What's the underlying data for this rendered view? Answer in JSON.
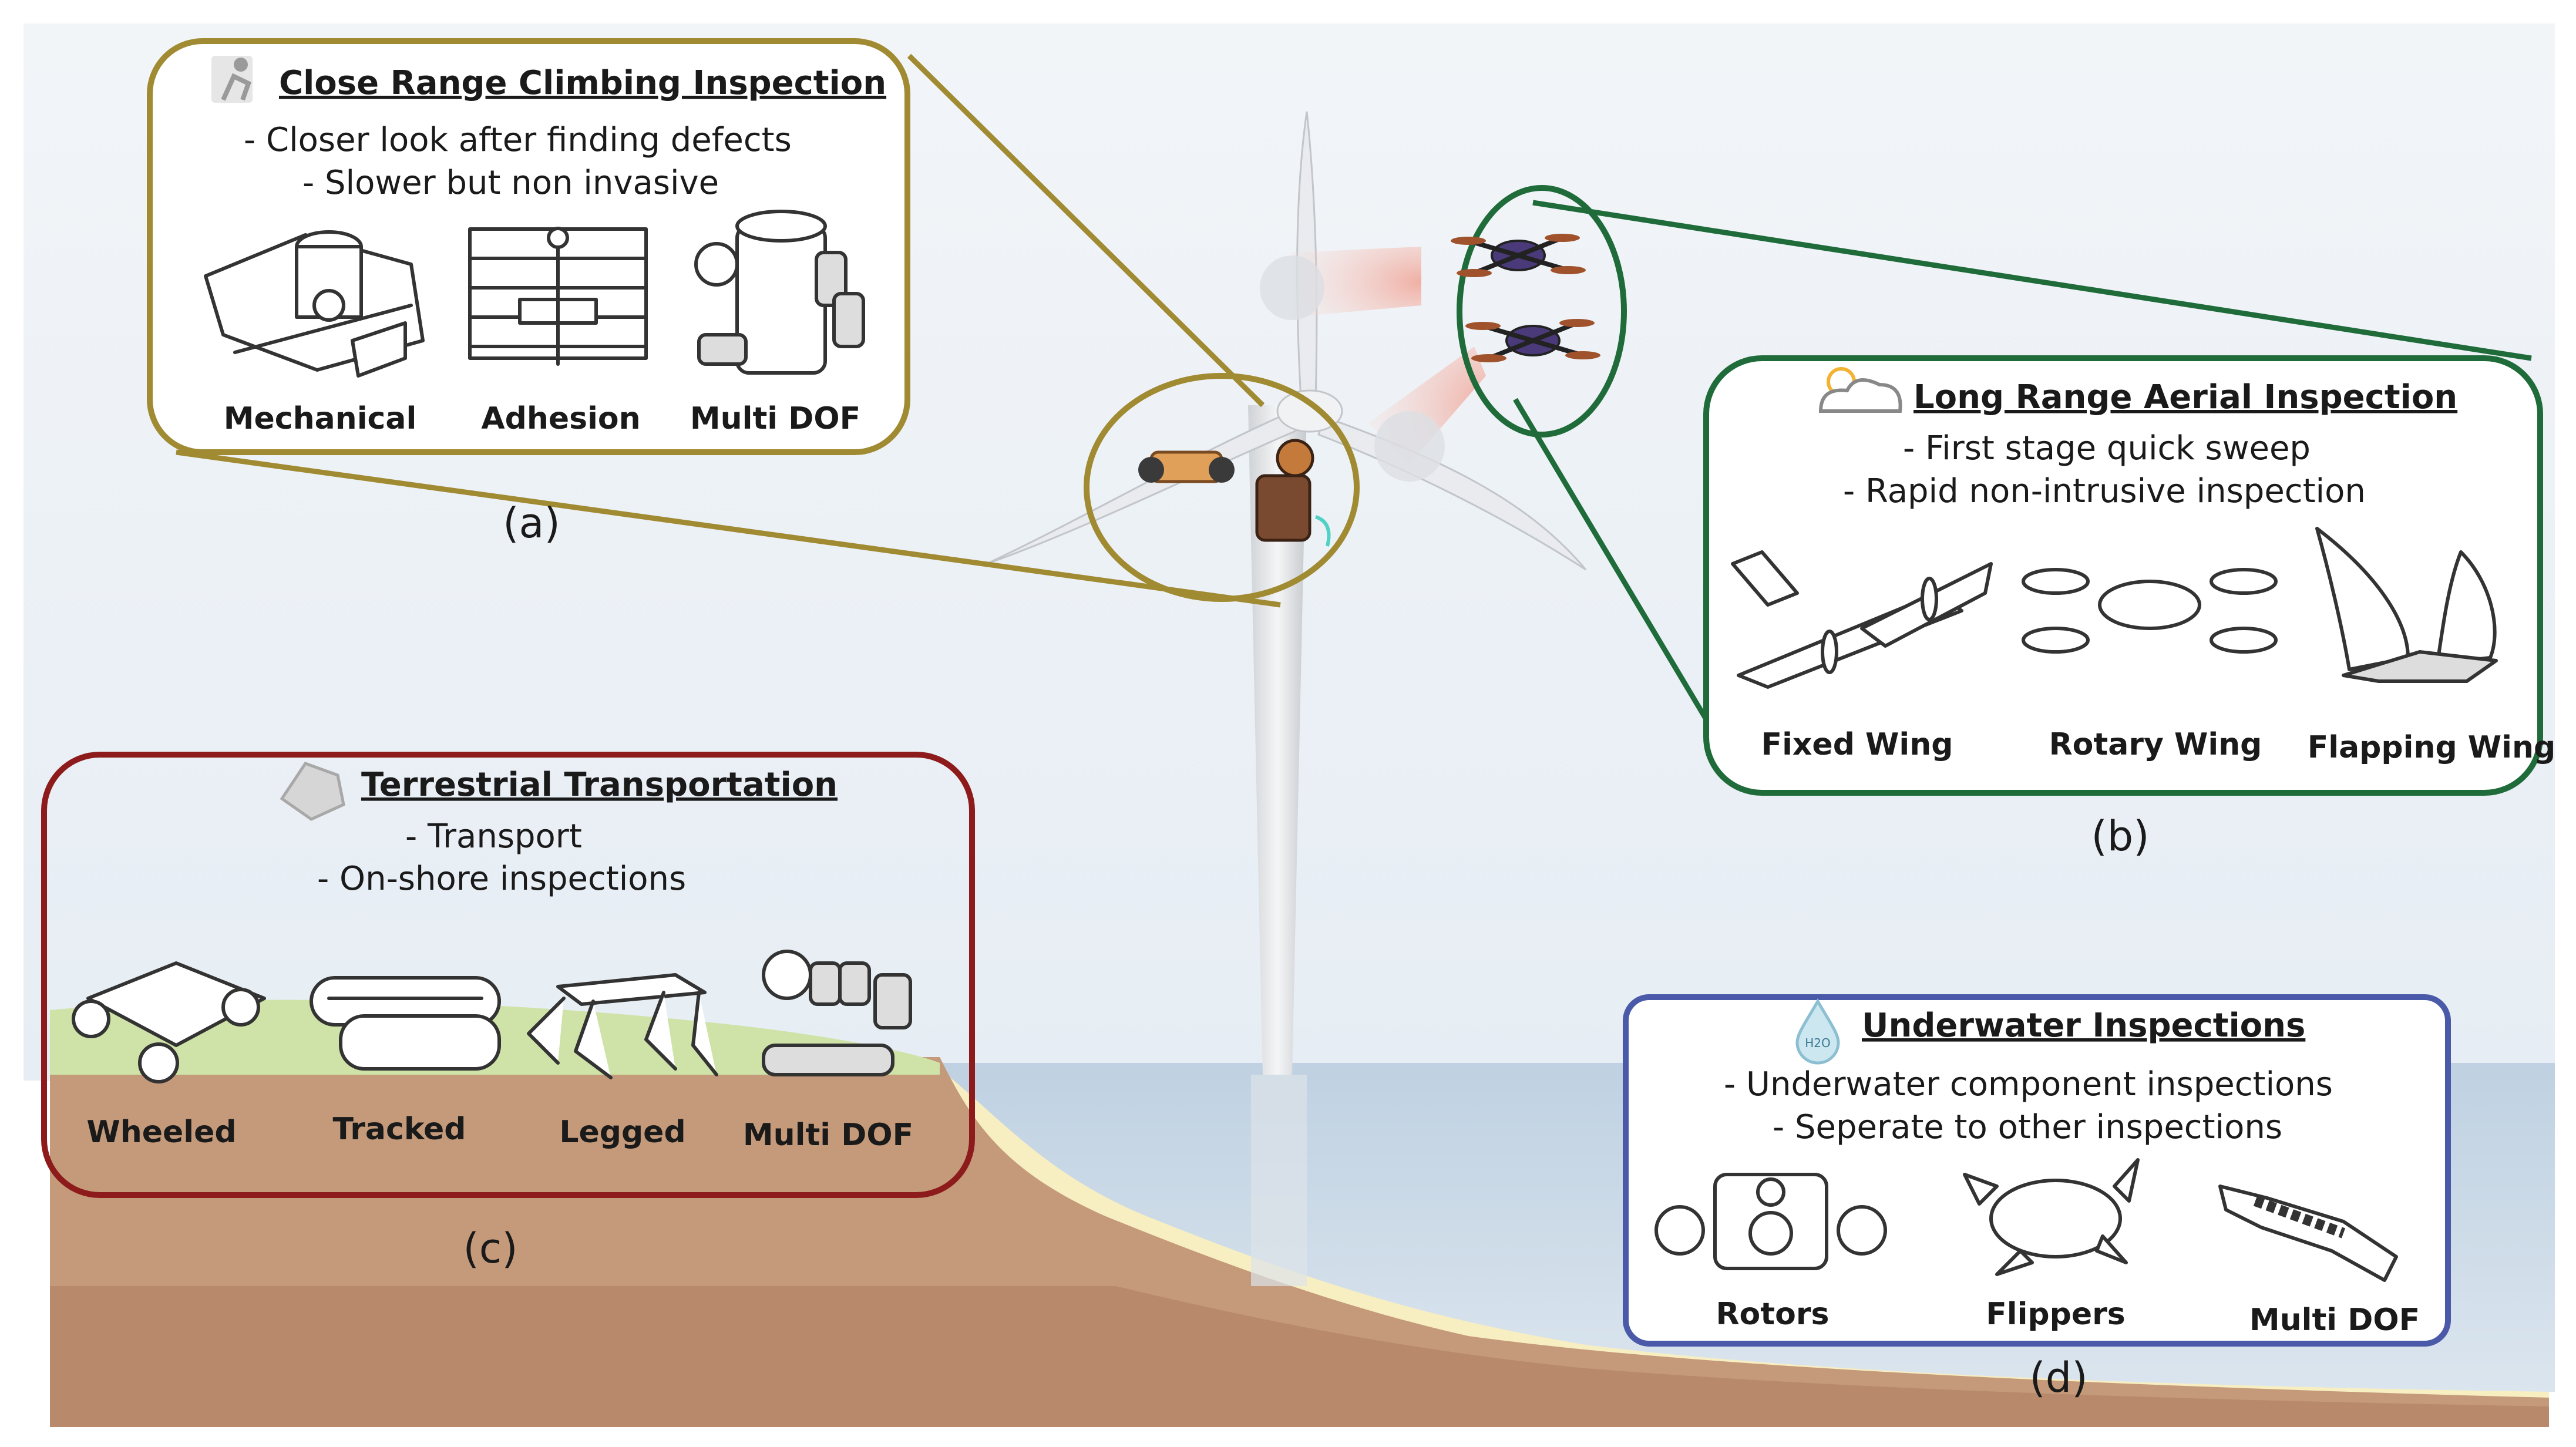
{
  "colors": {
    "close_range": "#a08a32",
    "aerial": "#1f6b3a",
    "terrestrial": "#8e1b1b",
    "underwater": "#4a5aa8",
    "sky": "#eef3f8",
    "sea": "#c9d8e6",
    "sand": "#f7eec2",
    "soil": "#c49a7a",
    "grass": "#cfe3a8"
  },
  "panels": {
    "close_range": {
      "icon": "climbing-person-icon",
      "title": "Close Range Climbing Inspection",
      "bullets": [
        "-  Closer look after finding defects",
        "-  Slower but non invasive"
      ],
      "items": [
        "Mechanical",
        "Adhesion",
        "Multi DOF"
      ],
      "tag": "(a)"
    },
    "aerial": {
      "icon": "weather-cloud-sun-icon",
      "title": "Long Range Aerial Inspection",
      "bullets": [
        "-  First stage quick sweep",
        "-  Rapid non-intrusive inspection"
      ],
      "items": [
        "Fixed Wing",
        "Rotary Wing",
        "Flapping Wing"
      ],
      "tag": "(b)"
    },
    "terrestrial": {
      "icon": "rock-icon",
      "title": "Terrestrial Transportation",
      "bullets": [
        "-  Transport",
        "-  On-shore inspections"
      ],
      "items": [
        "Wheeled",
        "Tracked",
        "Legged",
        "Multi DOF"
      ],
      "tag": "(c)"
    },
    "underwater": {
      "icon": "water-drop-h2o-icon",
      "icon_text": "H2O",
      "title": "Underwater Inspections",
      "bullets": [
        "-  Underwater component inspections",
        "-  Seperate to other inspections"
      ],
      "items": [
        "Rotors",
        "Flippers",
        "Multi DOF"
      ],
      "tag": "(d)"
    }
  }
}
